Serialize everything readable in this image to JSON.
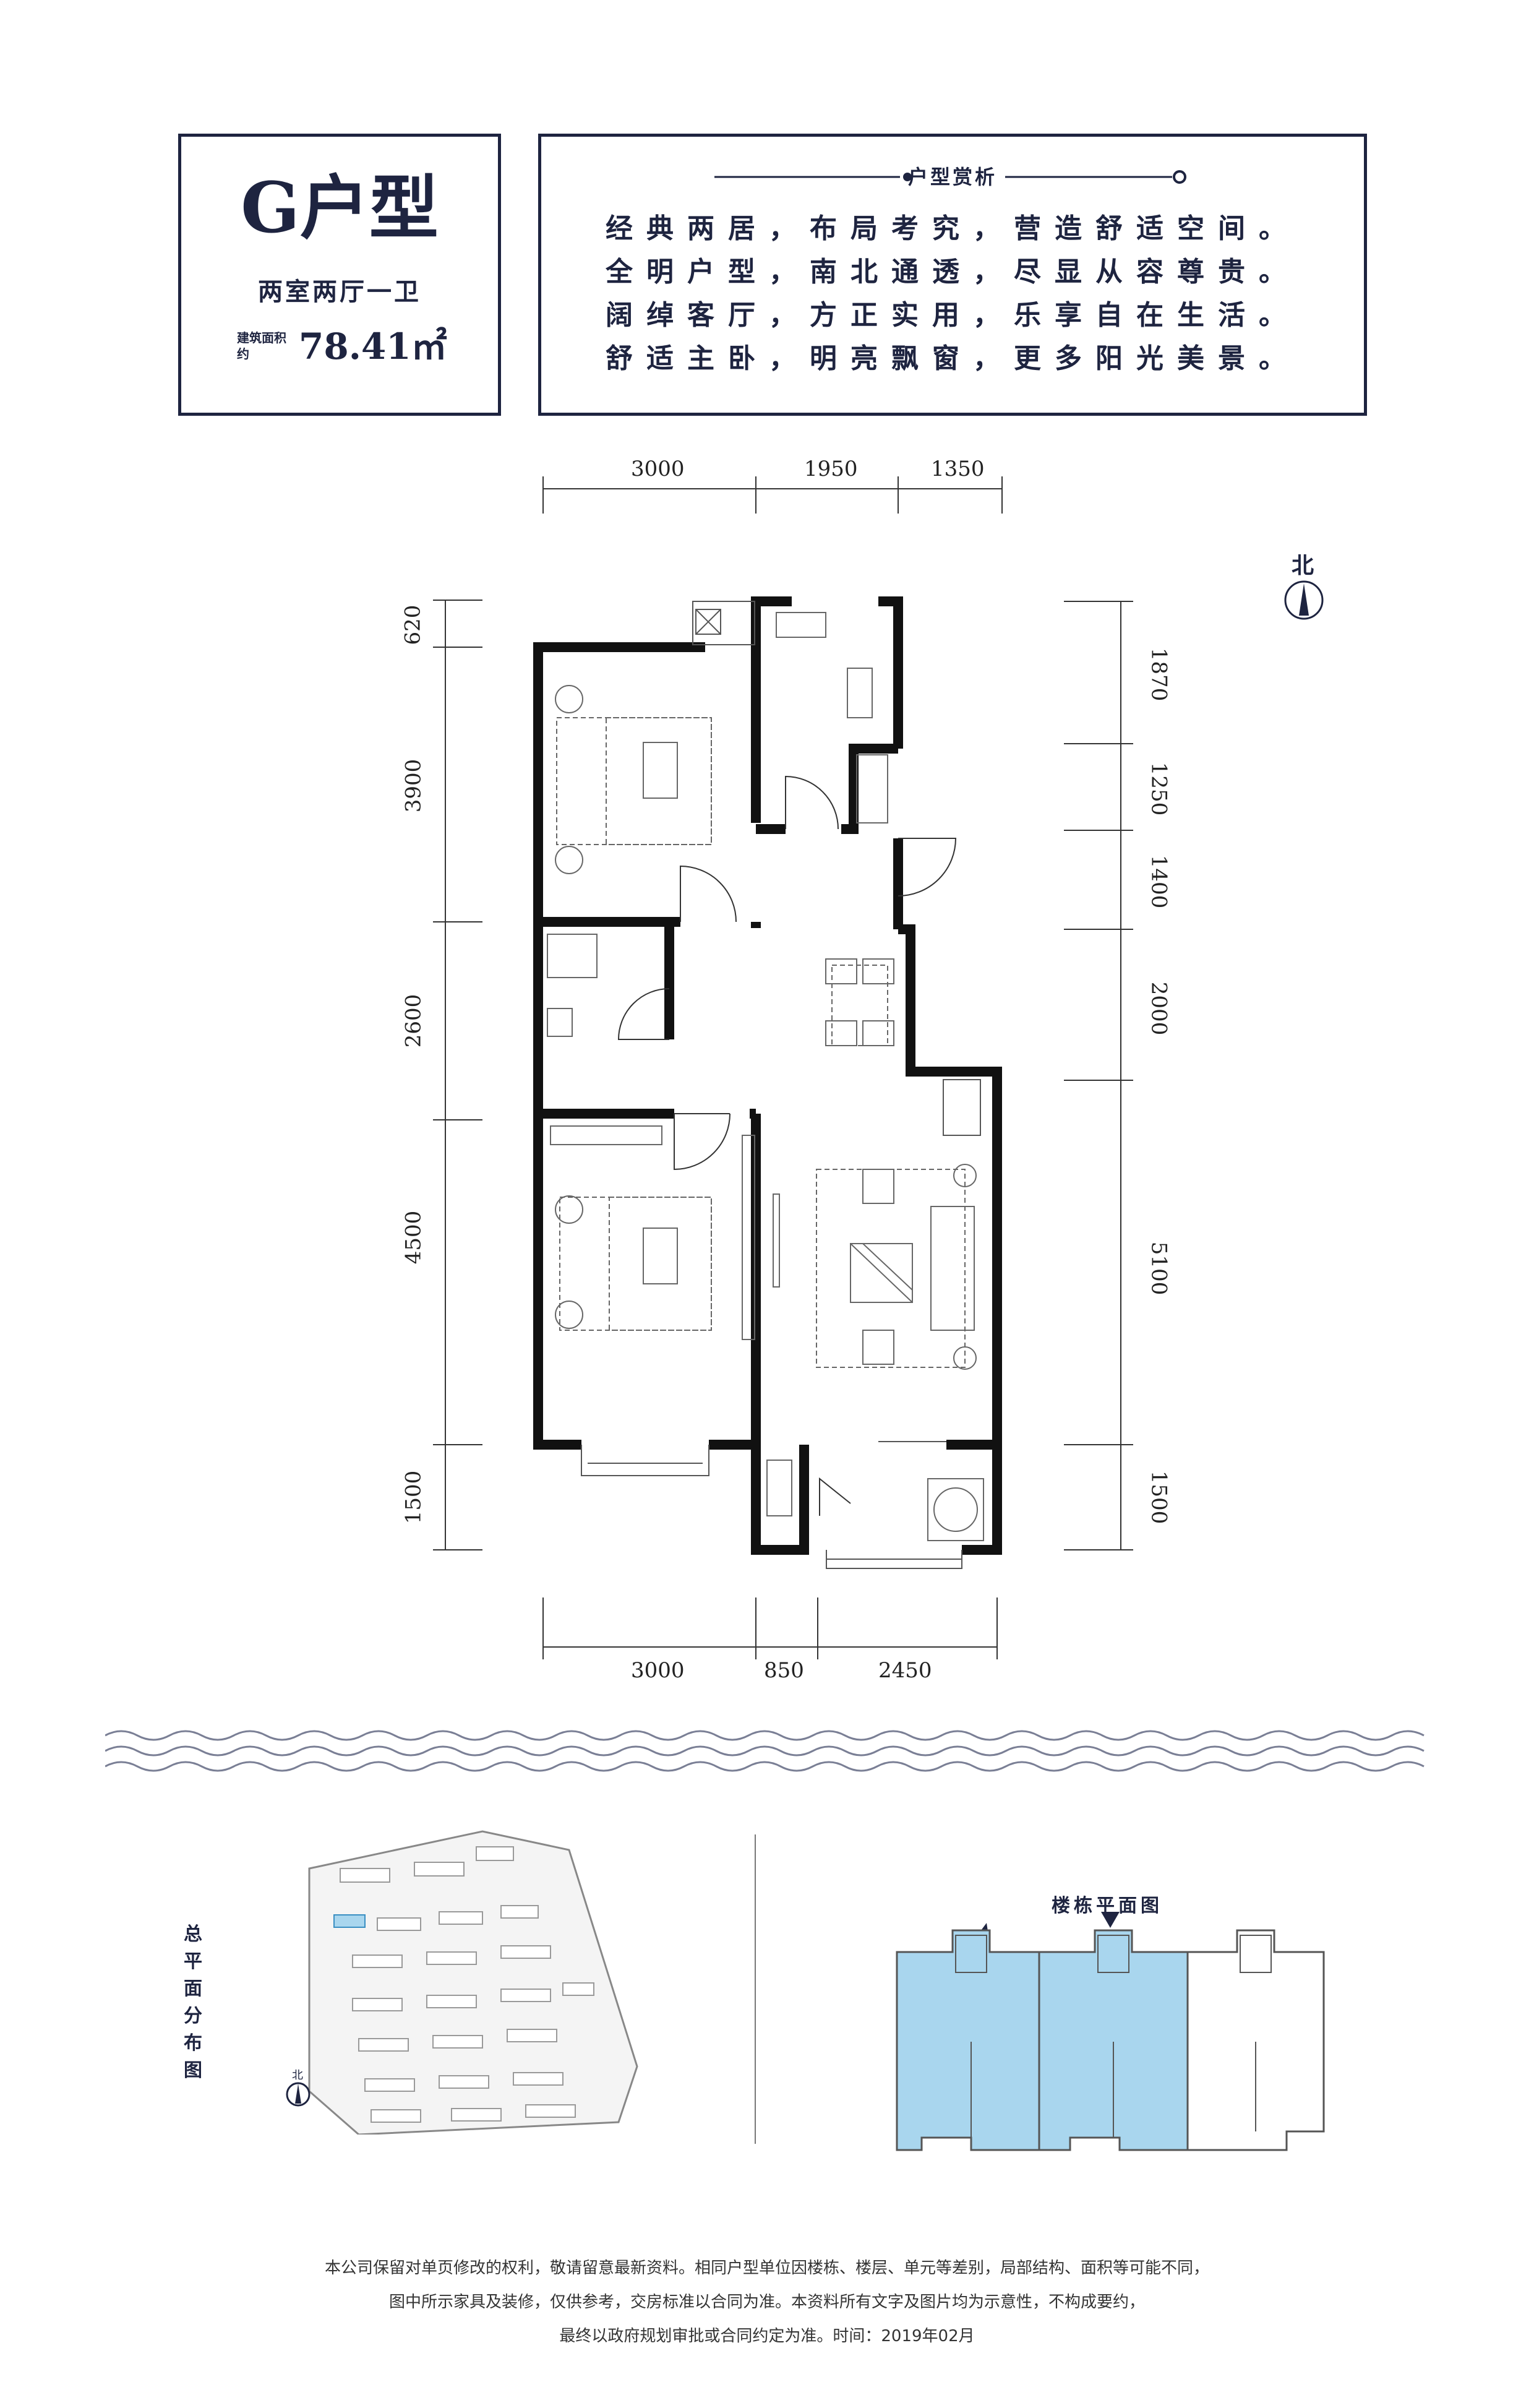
{
  "header": {
    "unit_title": "G户型",
    "unit_subtitle": "两室两厅一卫",
    "area_caption": "建筑面积约",
    "area_value": "78.41㎡",
    "desc_heading": "户型赏析",
    "desc_lines": [
      "经典两居，布局考究，营造舒适空间。",
      "全明户型，南北通透，尽显从容尊贵。",
      "阔绰客厅，方正实用，乐享自在生活。",
      "舒适主卧，明亮飘窗，更多阳光美景。"
    ]
  },
  "floorplan": {
    "top_dims": [
      "3000",
      "1950",
      "1350"
    ],
    "bottom_dims": [
      "3000",
      "850",
      "2450"
    ],
    "left_dims": [
      "620",
      "3900",
      "2600",
      "4500",
      "1500"
    ],
    "right_dims": [
      "1870",
      "1250",
      "1400",
      "2000",
      "5100",
      "1500"
    ],
    "north_label": "北"
  },
  "site_plan": {
    "label": "总平面分布图",
    "north_label": "北",
    "building_plan_label": "楼栋平面图"
  },
  "colors": {
    "navy": "#1e2440",
    "highlight_blue": "#a9d6ee",
    "wall": "#111111"
  },
  "footer": {
    "lines": [
      "本公司保留对单页修改的权利，敬请留意最新资料。相同户型单位因楼栋、楼层、单元等差别，局部结构、面积等可能不同，",
      "图中所示家具及装修，仅供参考，交房标准以合同为准。本资料所有文字及图片均为示意性，不构成要约，",
      "最终以政府规划审批或合同约定为准。时间：2019年02月"
    ]
  }
}
